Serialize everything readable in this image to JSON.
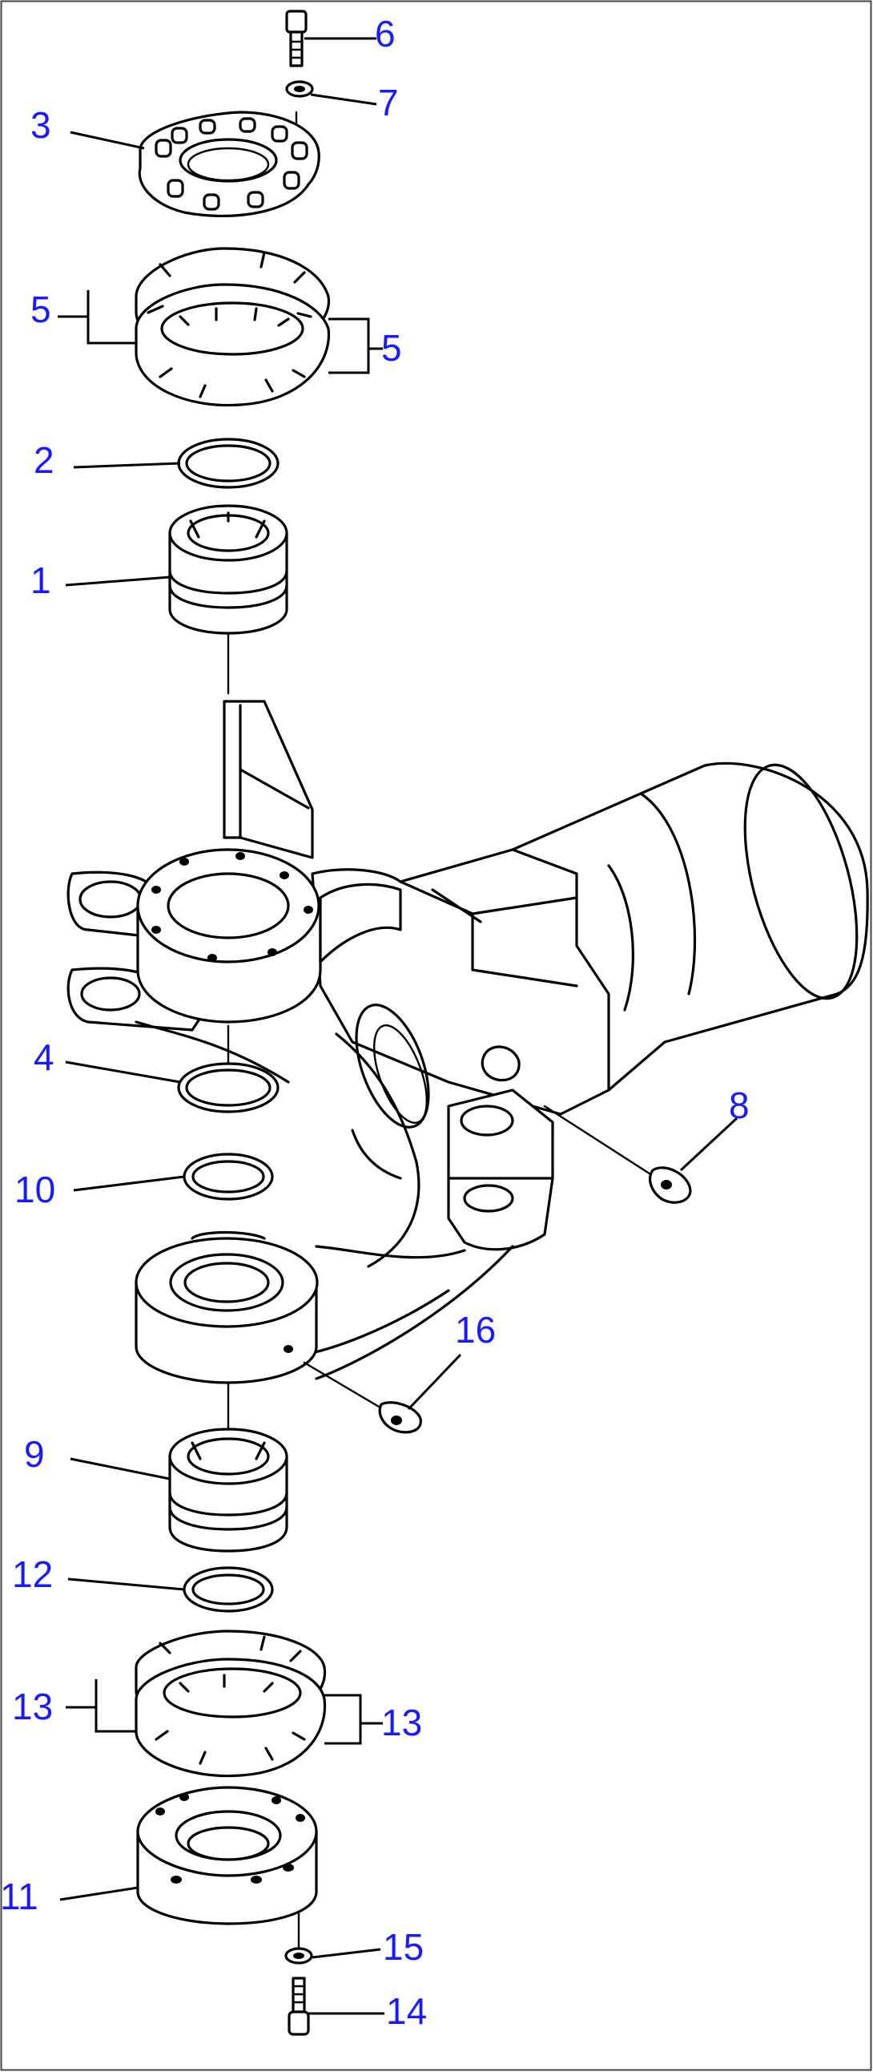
{
  "diagram": {
    "callouts": {
      "c1": "1",
      "c2": "2",
      "c3": "3",
      "c4": "4",
      "c5a": "5",
      "c5b": "5",
      "c6": "6",
      "c7": "7",
      "c8": "8",
      "c9": "9",
      "c10": "10",
      "c11": "11",
      "c12": "12",
      "c13a": "13",
      "c13b": "13",
      "c14": "14",
      "c15": "15",
      "c16": "16"
    },
    "label_color": "#1a1aff",
    "line_color": "#000000"
  }
}
